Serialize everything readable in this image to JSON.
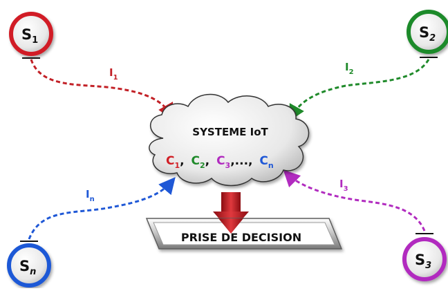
{
  "colors": {
    "s1": "#d11f26",
    "s2": "#1f8a2a",
    "s3": "#b12bbf",
    "sn": "#1f58d6",
    "arrow_red": "#c22026"
  },
  "sensors": [
    {
      "key": "s1",
      "base": "S",
      "sub": "1"
    },
    {
      "key": "s2",
      "base": "S",
      "sub": "2"
    },
    {
      "key": "s3",
      "base": "S",
      "sub": "3"
    },
    {
      "key": "sn",
      "base": "S",
      "sub": "n"
    }
  ],
  "links": [
    {
      "key": "i1",
      "base": "I",
      "sub": "1"
    },
    {
      "key": "i2",
      "base": "I",
      "sub": "2"
    },
    {
      "key": "i3",
      "base": "I",
      "sub": "3"
    },
    {
      "key": "in",
      "base": "I",
      "sub": "n"
    }
  ],
  "cloud": {
    "title": "SYSTEME IoT",
    "components": [
      {
        "base": "C",
        "sub": "1",
        "sep": ","
      },
      {
        "base": "C",
        "sub": "2",
        "sep": ","
      },
      {
        "base": "C",
        "sub": "3",
        "sep": ",...,"
      },
      {
        "base": "C",
        "sub": "n",
        "sep": ""
      }
    ]
  },
  "decision": {
    "label": "PRISE DE DECISION"
  }
}
